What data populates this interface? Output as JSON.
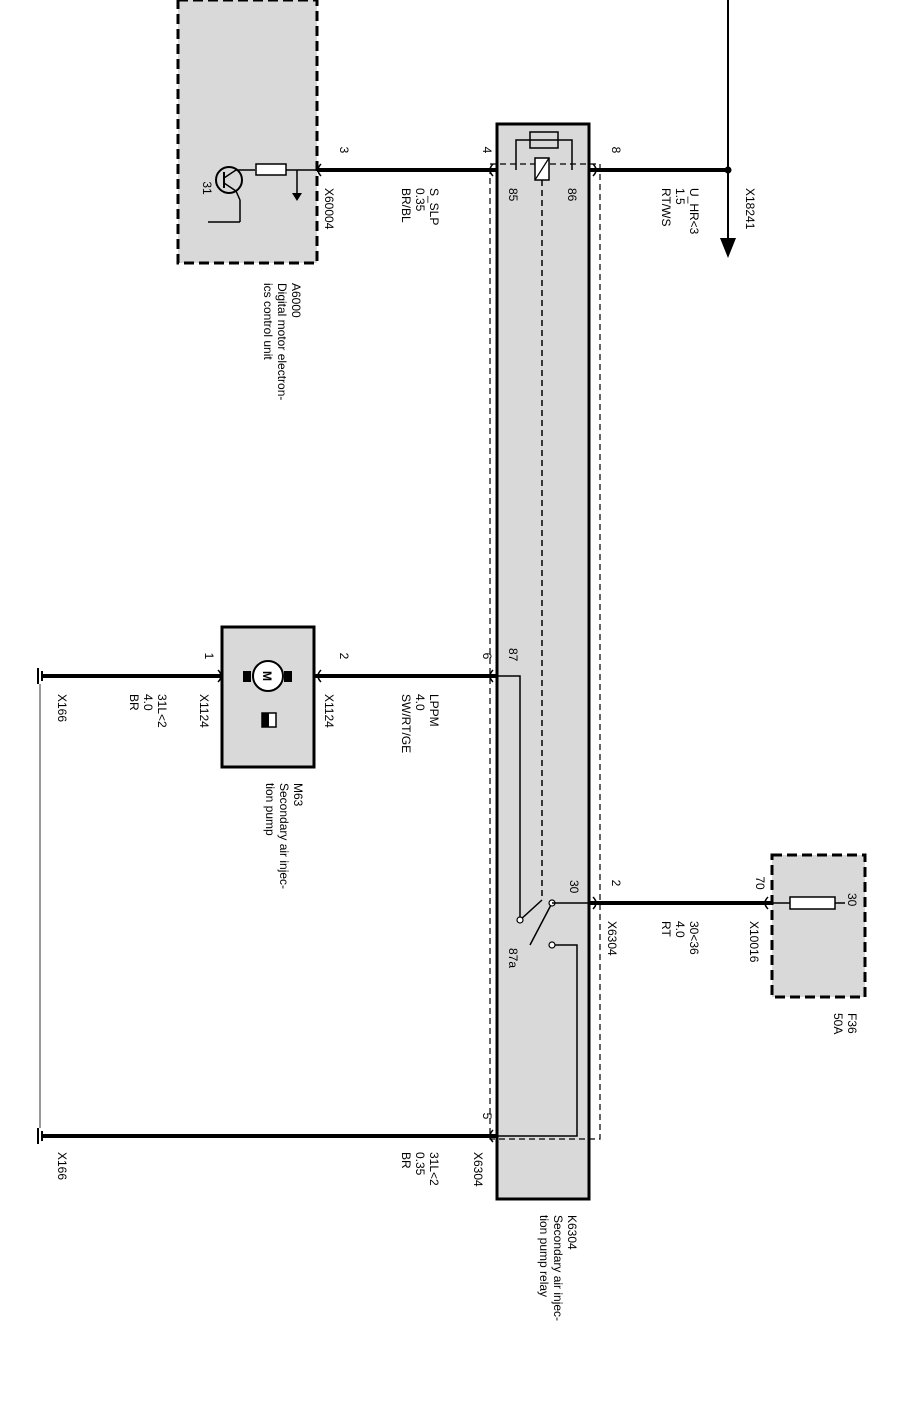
{
  "a6000": {
    "id": "A6000",
    "name_line1": "Digital motor electron-",
    "name_line2": "ics control unit",
    "ground_pin": "31",
    "pin_out": "3",
    "connector": "X60004"
  },
  "wire_slp": {
    "signal": "S_SLP",
    "gauge": "0.35",
    "color": "BR/BL"
  },
  "relay": {
    "id": "K6304",
    "name_line1": "Secondary air injec-",
    "name_line2": "tion pump relay",
    "connector": "X6304",
    "pin_4": "4",
    "pin_8": "8",
    "pin_6": "6",
    "pin_2": "2",
    "pin_5": "5",
    "term_85": "85",
    "term_86": "86",
    "term_87": "87",
    "term_30": "30",
    "term_87a": "87a"
  },
  "wire_uhr": {
    "signal": "U_HR<3",
    "gauge": "1.5",
    "color": "RT/WS",
    "connector": "X18241"
  },
  "m63": {
    "id": "M63",
    "name_line1": "Secondary air injec-",
    "name_line2": "tion pump",
    "motor_symbol": "M",
    "pin_1": "1",
    "pin_2": "2",
    "connector": "X1124"
  },
  "wire_lppm": {
    "signal": "LPPM",
    "gauge": "4.0",
    "color": "SW/RT/GE"
  },
  "wire_gnd_pump": {
    "signal": "31L<2",
    "gauge": "4.0",
    "color": "BR"
  },
  "ground": {
    "connector": "X166"
  },
  "f36": {
    "id": "F36",
    "rating": "50A",
    "term_30": "30",
    "term_70": "70",
    "connector": "X10016"
  },
  "wire_30": {
    "signal": "30<36",
    "gauge": "4.0",
    "color": "RT"
  },
  "wire_gnd_relay": {
    "signal": "31L<2",
    "gauge": "0.35",
    "color": "BR"
  }
}
